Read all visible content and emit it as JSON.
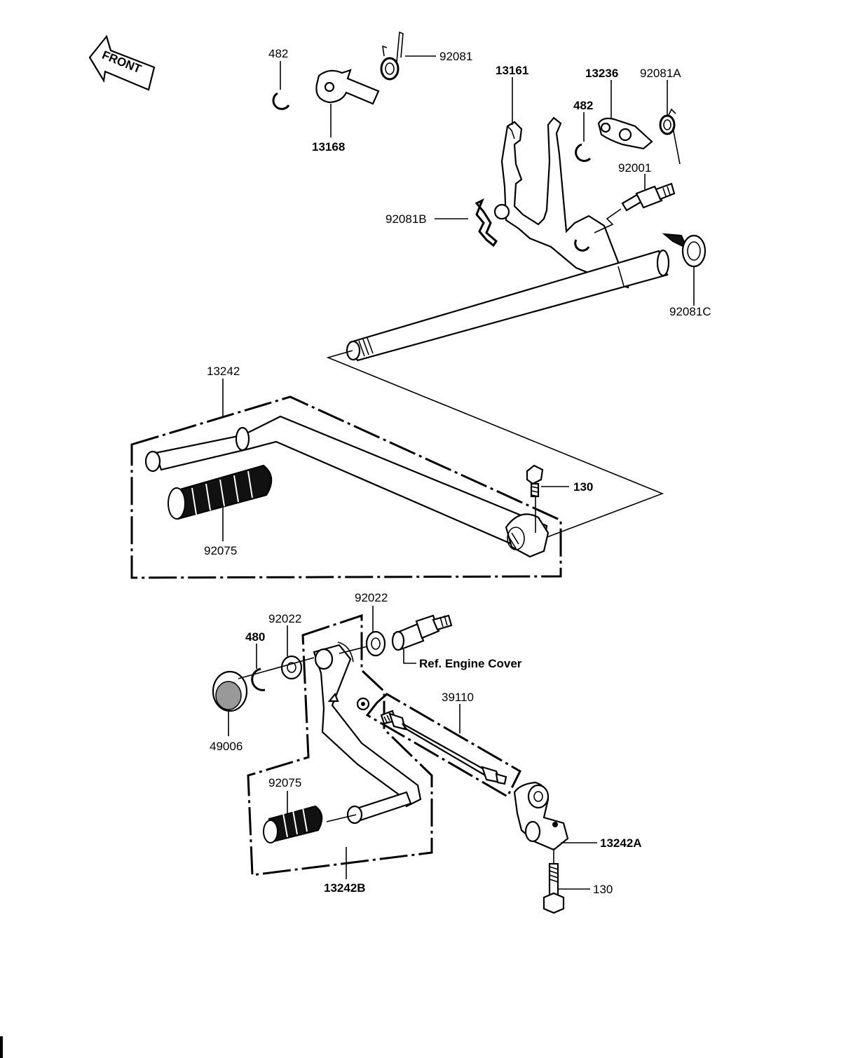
{
  "diagram": {
    "front_arrow_label": "FRONT",
    "labels": {
      "p482_top": "482",
      "p13168": "13168",
      "p92081": "92081",
      "p13161": "13161",
      "p13236": "13236",
      "p92081A": "92081A",
      "p482_right": "482",
      "p92001": "92001",
      "p92081B": "92081B",
      "p92081C": "92081C",
      "p13242": "13242",
      "p130_top": "130",
      "p92075_top": "92075",
      "p92022_right": "92022",
      "p92022_left": "92022",
      "p480": "480",
      "ref_engine_cover": "Ref.  Engine Cover",
      "p39110": "39110",
      "p49006": "49006",
      "p92075_bottom": "92075",
      "p13242A": "13242A",
      "p130_bottom": "130",
      "p13242B": "13242B"
    }
  }
}
